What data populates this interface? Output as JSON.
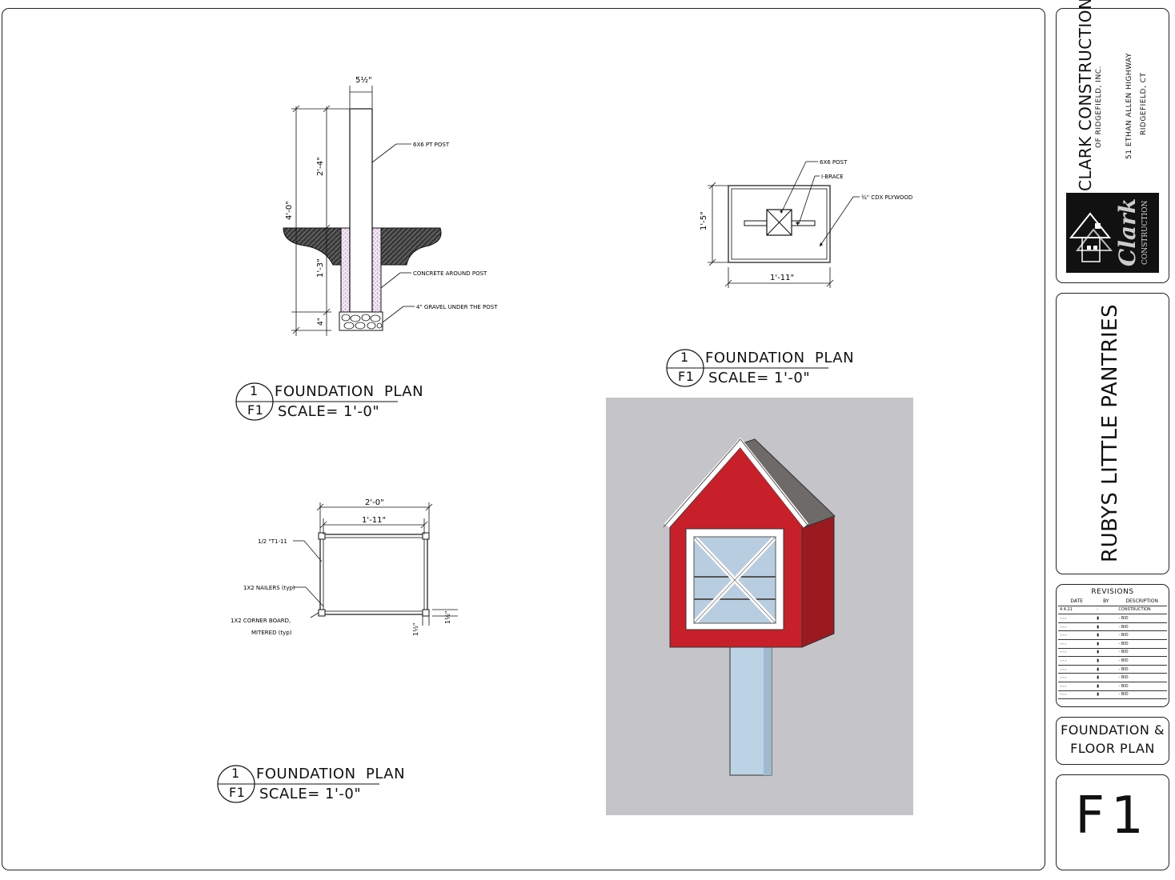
{
  "title_block": {
    "company_name": "CLARK CONSTRUCTION",
    "company_sub": "OF RIDGEFIELD, INC.",
    "address_line1": "51 ETHAN ALLEN HIGHWAY",
    "address_line2": "RIDGEFIELD, CT",
    "logo_word": "Clark",
    "logo_sub": "CONSTRUCTION",
    "project_name": "RUBYS LITTLE PANTRIES",
    "revisions_title": "REVISIONS",
    "revisions_headers": [
      "DATE",
      "BY",
      "DESCRIPTION"
    ],
    "revisions_rows": [
      [
        "4.4.21",
        "-",
        "CONSTRUCTION"
      ],
      [
        "-.-.-",
        "▮",
        "- BID"
      ],
      [
        "-.-.-",
        "▮",
        "- BID"
      ],
      [
        "-.-.-",
        "▮",
        "- BID"
      ],
      [
        "-.-.-",
        "▮",
        "- BID"
      ],
      [
        "-.-.-",
        "▮",
        "- BID"
      ],
      [
        "-.-.-",
        "▮",
        "- BID"
      ],
      [
        "-.-.-",
        "▮",
        "- BID"
      ],
      [
        "-.-.-",
        "▮",
        "- BID"
      ],
      [
        "-.-.-",
        "▮",
        "- BID"
      ],
      [
        "-.-.-",
        "▮",
        "- BID"
      ]
    ],
    "sheet_title_line1": "FOUNDATION &",
    "sheet_title_line2": "FLOOR PLAN",
    "sheet_number": "F1"
  },
  "detail_post": {
    "dim_width": "5½\"",
    "dim_total": "4'-0\"",
    "dim_above": "2'-4\"",
    "dim_below": "1'-3\"",
    "dim_gravel": "4\"",
    "label_post": "6X6 PT POST",
    "label_concrete": "CONCRETE AROUND POST",
    "label_gravel": "4\" GRAVEL UNDER THE POST",
    "callout_num": "1",
    "callout_sheet": "F1",
    "callout_title": "FOUNDATION  PLAN",
    "callout_scale": "SCALE= 1'-0\""
  },
  "detail_base": {
    "label_post": "6X6 POST",
    "label_brace": "I-BRACE",
    "label_plywood": "¾\" CDX PLYWOOD",
    "dim_height": "1'-5\"",
    "dim_width": "1'-11\"",
    "callout_num": "1",
    "callout_sheet": "F1",
    "callout_title": "FOUNDATION  PLAN",
    "callout_scale": "SCALE= 1'-0\""
  },
  "detail_floor": {
    "dim_outer": "2'-0\"",
    "dim_inner": "1'-11\"",
    "label_t111": "1/2 \"T1-11",
    "label_nailers": "1X2 NAILERS (typ)",
    "label_corner_1": "1X2 CORNER BOARD,",
    "label_corner_2": "MITERED (typ)",
    "dim_small_1": "1½\"",
    "dim_small_2": "1½\"",
    "callout_num": "1",
    "callout_sheet": "F1",
    "callout_title": "FOUNDATION  PLAN",
    "callout_scale": "SCALE= 1'-0\""
  },
  "colors": {
    "pantry_red": "#c8202a",
    "pantry_trim": "#ffffff",
    "post_blue": "#bcd3e6",
    "render_bg": "#c5c5c9",
    "roof": "#6d6a67"
  }
}
